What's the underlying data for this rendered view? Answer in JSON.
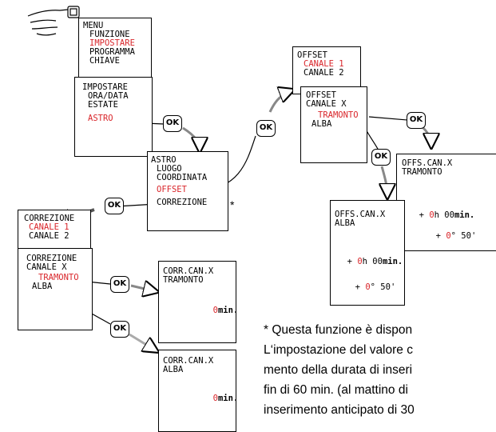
{
  "menu": {
    "title": "MENU",
    "items": [
      "FUNZIONE",
      "IMPOSTARE",
      "PROGRAMMA",
      "CHIAVE"
    ],
    "active_index": 1
  },
  "impostare": {
    "title": "IMPOSTARE",
    "items": [
      "ORA/DATA",
      "ESTATE",
      "ASTRO"
    ],
    "active_index": 2
  },
  "astro": {
    "title": "ASTRO",
    "items": [
      "LUOGO",
      "COORDINATA",
      "OFFSET",
      "CORREZIONE"
    ],
    "active_index": 2,
    "asterisk": "*"
  },
  "offset_menu": {
    "title": "OFFSET",
    "items": [
      "CANALE 1",
      "CANALE 2"
    ],
    "active_index": 0
  },
  "offset_channel": {
    "title": "OFFSET",
    "subtitle": "CANALE X",
    "items": [
      "TRAMONTO",
      "ALBA"
    ],
    "active_index": 0
  },
  "offs_tramonto": {
    "title": "OFFS.CAN.X",
    "subtitle": "TRAMONTO",
    "time_value": "0",
    "time_sign": "+",
    "h_label": "h",
    "min_value": "00",
    "min_label": "min.",
    "deg_value": "0",
    "deg_unit": "°",
    "arcmin": "50'"
  },
  "offs_alba": {
    "title": "OFFS.CAN.X",
    "subtitle": "ALBA",
    "time_value": "0",
    "time_sign": "+",
    "h_label": "h",
    "min_value": "00",
    "min_label": "min.",
    "deg_value": "0",
    "deg_unit": "°",
    "arcmin": "50'"
  },
  "correzione_menu": {
    "title": "CORREZIONE",
    "items": [
      "CANALE 1",
      "CANALE 2"
    ],
    "active_index": 0
  },
  "correzione_channel": {
    "title": "CORREZIONE",
    "subtitle": "CANALE X",
    "items": [
      "TRAMONTO",
      "ALBA"
    ],
    "active_index": 0
  },
  "corr_tramonto": {
    "title": "CORR.CAN.X",
    "subtitle": "TRAMONTO",
    "value": "0",
    "unit": "min."
  },
  "corr_alba": {
    "title": "CORR.CAN.X",
    "subtitle": "ALBA",
    "value": "0",
    "unit": "min."
  },
  "ok_label": "OK",
  "footnote": {
    "lines": [
      "* Questa funzione è dispon",
      "L‘impostazione del valore c",
      "mento della durata di inseri",
      "fin di 60 min. (al mattino di",
      "inserimento anticipato di 30"
    ]
  },
  "colors": {
    "highlight": "#d9262b",
    "arrow_fill": "#999999"
  }
}
